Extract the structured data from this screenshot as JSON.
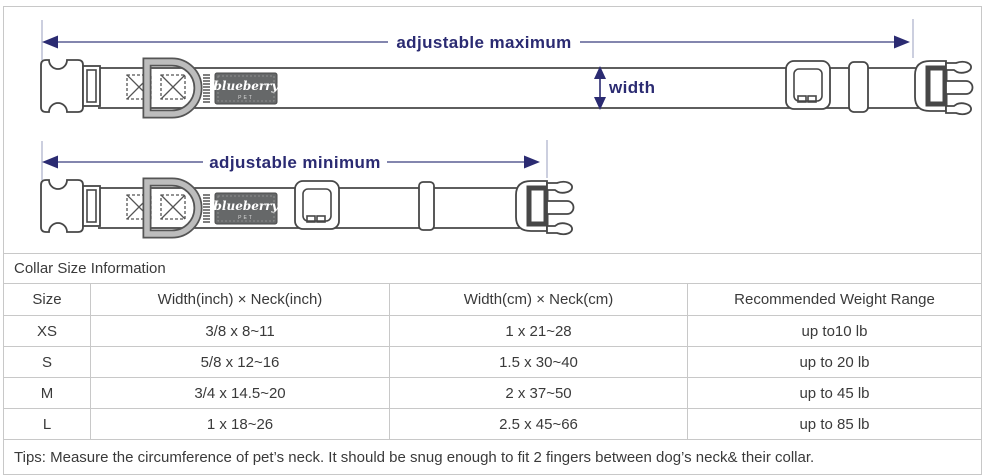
{
  "colors": {
    "annotation_navy": "#2b2b72",
    "dimension_line": "#5a5f94",
    "drawing_outline": "#474747",
    "brand_label_bg": "#666869",
    "d_ring_gray": "#bdbdbd",
    "table_border": "#c8c8c8",
    "table_text": "#3a3a3a"
  },
  "diagram_max": {
    "dimension_label": "adjustable maximum",
    "width_label": "width"
  },
  "diagram_min": {
    "dimension_label": "adjustable minimum"
  },
  "brand": {
    "name": "blueberry",
    "sub": "PET"
  },
  "table": {
    "section_title": "Collar Size Information",
    "headers": [
      "Size",
      "Width(inch)  ×  Neck(inch)",
      "Width(cm)  ×  Neck(cm)",
      "Recommended Weight Range"
    ],
    "rows": [
      {
        "size": "XS",
        "inch": "3/8 x 8~11",
        "cm": "1 x 21~28",
        "weight": "up to10 lb"
      },
      {
        "size": "S",
        "inch": "5/8 x 12~16",
        "cm": "1.5 x 30~40",
        "weight": "up to 20 lb"
      },
      {
        "size": "M",
        "inch": "3/4 x 14.5~20",
        "cm": "2 x 37~50",
        "weight": "up to 45 lb"
      },
      {
        "size": "L",
        "inch": "1 x 18~26",
        "cm": "2.5 x 45~66",
        "weight": "up to 85 lb"
      }
    ],
    "tips": "Tips: Measure the circumference of pet’s neck. It should be snug enough to fit 2 fingers between dog’s neck& their collar."
  }
}
